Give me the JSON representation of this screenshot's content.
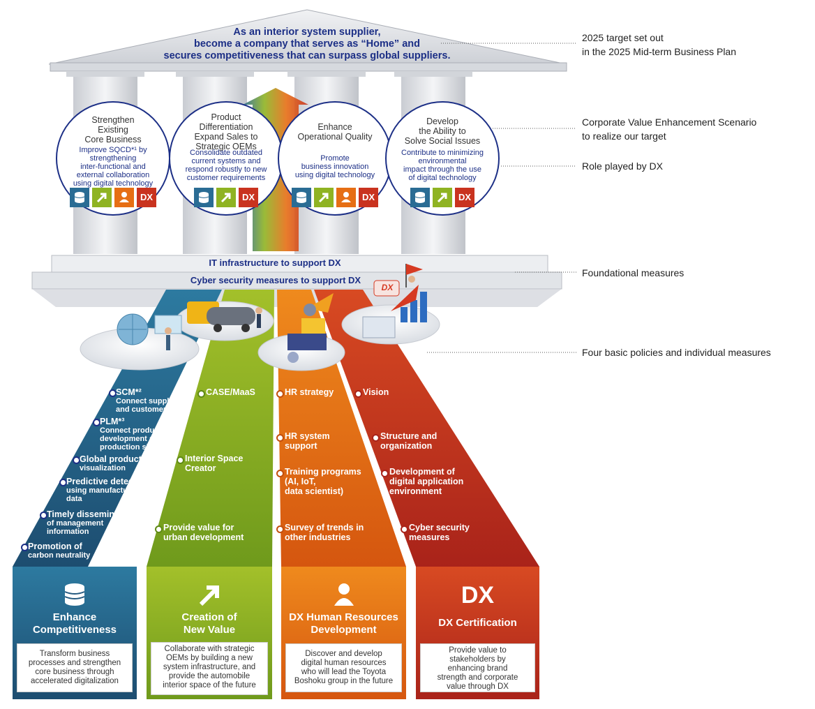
{
  "colors": {
    "navy": "#1c2f86",
    "blue": "#2a6c94",
    "green": "#8fb322",
    "orange": "#e66e14",
    "red": "#c9331f"
  },
  "roof": {
    "line1": "As an interior system supplier,",
    "line2": "become a company that serves as “Home” and",
    "line3": "secures competitiveness that can surpass global suppliers."
  },
  "annotations": {
    "target_line1": "2025 target set out",
    "target_line2": "in the 2025 Mid-term Business Plan",
    "scenario_line1": "Corporate Value Enhancement Scenario",
    "scenario_line2": "to realize our target",
    "role": "Role played by DX",
    "foundational": "Foundational measures",
    "policies": "Four basic policies and individual measures"
  },
  "pillars": [
    {
      "title": [
        "Strengthen",
        "Existing",
        "Core Business"
      ],
      "role": [
        "Improve SQCD*¹ by",
        "strengthening",
        "inter-functional and",
        "external collaboration",
        "using digital technology"
      ],
      "icons": [
        "database-icon",
        "arrow-icon",
        "person-icon",
        "dx-icon"
      ]
    },
    {
      "title": [
        "Product",
        "Differentiation",
        "Expand Sales to",
        "Strategic OEMs"
      ],
      "role": [
        "Consolidate outdated",
        "current systems and",
        "respond robustly to new",
        "customer requirements"
      ],
      "icons": [
        "database-icon",
        "arrow-icon",
        "dx-icon"
      ]
    },
    {
      "title": [
        "Enhance",
        "Operational Quality"
      ],
      "role": [
        "Promote",
        "business innovation",
        "using digital technology"
      ],
      "icons": [
        "database-icon",
        "arrow-icon",
        "person-icon",
        "dx-icon"
      ]
    },
    {
      "title": [
        "Develop",
        "the Ability to",
        "Solve Social Issues"
      ],
      "role": [
        "Contribute to minimizing",
        "environmental",
        "impact through the use",
        "of digital technology"
      ],
      "icons": [
        "database-icon",
        "arrow-icon",
        "dx-icon"
      ]
    }
  ],
  "icon_labels": {
    "database": "Enhance Competitiveness",
    "arrow": "Creation of New Value",
    "person": "DX Human Resources Development",
    "dx": "DX Certification",
    "dx_text": "DX"
  },
  "foundation": {
    "upper": "IT infrastructure to support DX",
    "lower": "Cyber security measures to support DX"
  },
  "blue_measures": [
    {
      "title": "SCM*²",
      "sub": [
        "Connect suppliers",
        "and customers"
      ]
    },
    {
      "title": "PLM*³",
      "sub": [
        "Connect product",
        "development and",
        "production sites"
      ]
    },
    {
      "title": "Global production",
      "sub": [
        "visualization"
      ]
    },
    {
      "title": "Predictive detection",
      "sub": [
        "using manufacturing",
        "data"
      ]
    },
    {
      "title": "Timely dissemination",
      "sub": [
        "of management",
        "information"
      ]
    },
    {
      "title": "Promotion of",
      "sub": [
        "carbon neutrality"
      ]
    }
  ],
  "green_measures": [
    [
      "CASE/MaaS"
    ],
    [
      "Interior Space",
      "Creator"
    ],
    [
      "Provide value for",
      "urban development"
    ]
  ],
  "orange_measures": [
    [
      "HR strategy"
    ],
    [
      "HR system",
      "support"
    ],
    [
      "Training programs",
      "(AI, IoT,",
      "data scientist)"
    ],
    [
      "Survey of trends in",
      "other industries"
    ]
  ],
  "red_measures": [
    [
      "Vision"
    ],
    [
      "Structure and",
      "organization"
    ],
    [
      "Development of",
      "digital application",
      "environment"
    ],
    [
      "Cyber security",
      "measures"
    ]
  ],
  "cards": [
    {
      "name": [
        "Enhance",
        "Competitiveness"
      ],
      "desc": [
        "Transform business",
        "processes and strengthen",
        "core business through",
        "accelerated digitalization"
      ]
    },
    {
      "name": [
        "Creation of",
        "New Value"
      ],
      "desc": [
        "Collaborate with strategic",
        "OEMs by building a new",
        "system infrastructure, and",
        "provide the automobile",
        "interior space of the future"
      ]
    },
    {
      "name": [
        "DX Human Resources",
        "Development"
      ],
      "desc": [
        "Discover and develop",
        "digital human resources",
        "who will lead the Toyota",
        "Boshoku group in the future"
      ]
    },
    {
      "name": [
        "DX Certification"
      ],
      "big": "DX",
      "desc": [
        "Provide value to",
        "stakeholders by",
        "enhancing brand",
        "strength and corporate",
        "value through DX"
      ]
    }
  ],
  "illustration": {
    "sign": "DX"
  }
}
